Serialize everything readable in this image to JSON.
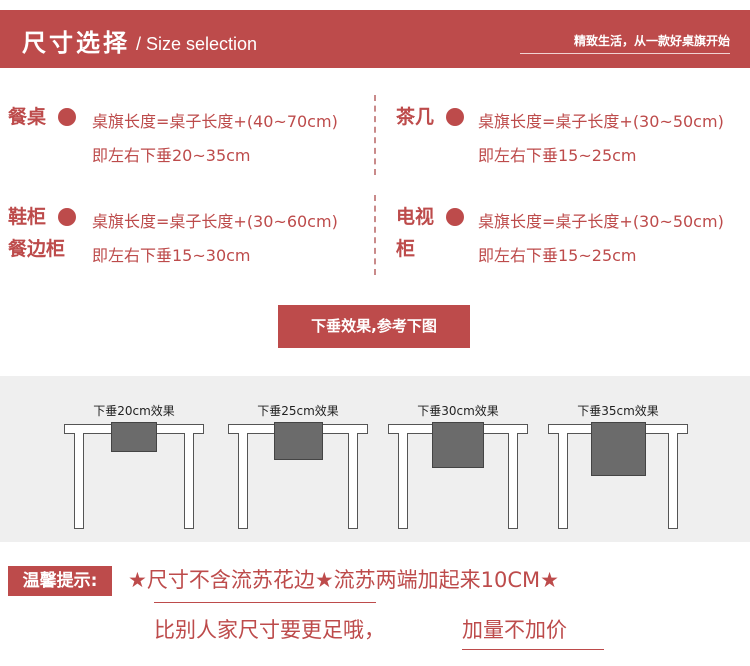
{
  "header": {
    "title_cn": "尺寸选择",
    "title_en": "/ Size selection",
    "slogan": "精致生活，从一款好桌旗开始"
  },
  "rules": {
    "dining": {
      "name": "餐桌",
      "formula": "桌旗长度=桌子长度+(40~70cm)",
      "drop": "即左右下垂20~35cm"
    },
    "coffee": {
      "name": "茶几",
      "formula": "桌旗长度=桌子长度+(30~50cm)",
      "drop": "即左右下垂15~25cm"
    },
    "shoe": {
      "name_line1": "鞋柜",
      "name_line2": "餐边柜",
      "formula": "桌旗长度=桌子长度+(30~60cm)",
      "drop": "即左右下垂15~30cm"
    },
    "tv": {
      "name_line1": "电视",
      "name_line2": "柜",
      "formula": "桌旗长度=桌子长度+(30~50cm)",
      "drop": "即左右下垂15~25cm"
    }
  },
  "effect_button": "下垂效果,参考下图",
  "tables": [
    {
      "caption": "下垂20cm效果",
      "drop_cm": 20
    },
    {
      "caption": "下垂25cm效果",
      "drop_cm": 25
    },
    {
      "caption": "下垂30cm效果",
      "drop_cm": 30
    },
    {
      "caption": "下垂35cm效果",
      "drop_cm": 35
    }
  ],
  "tip": {
    "label": "温馨提示:",
    "line1": "★尺寸不含流苏花边★流苏两端加起来10CM★",
    "line2": "比别人家尺寸要更足哦，",
    "line3": "加量不加价"
  },
  "colors": {
    "accent": "#bd4b4b",
    "band": "#efefef",
    "runner": "#6b6b6b"
  }
}
